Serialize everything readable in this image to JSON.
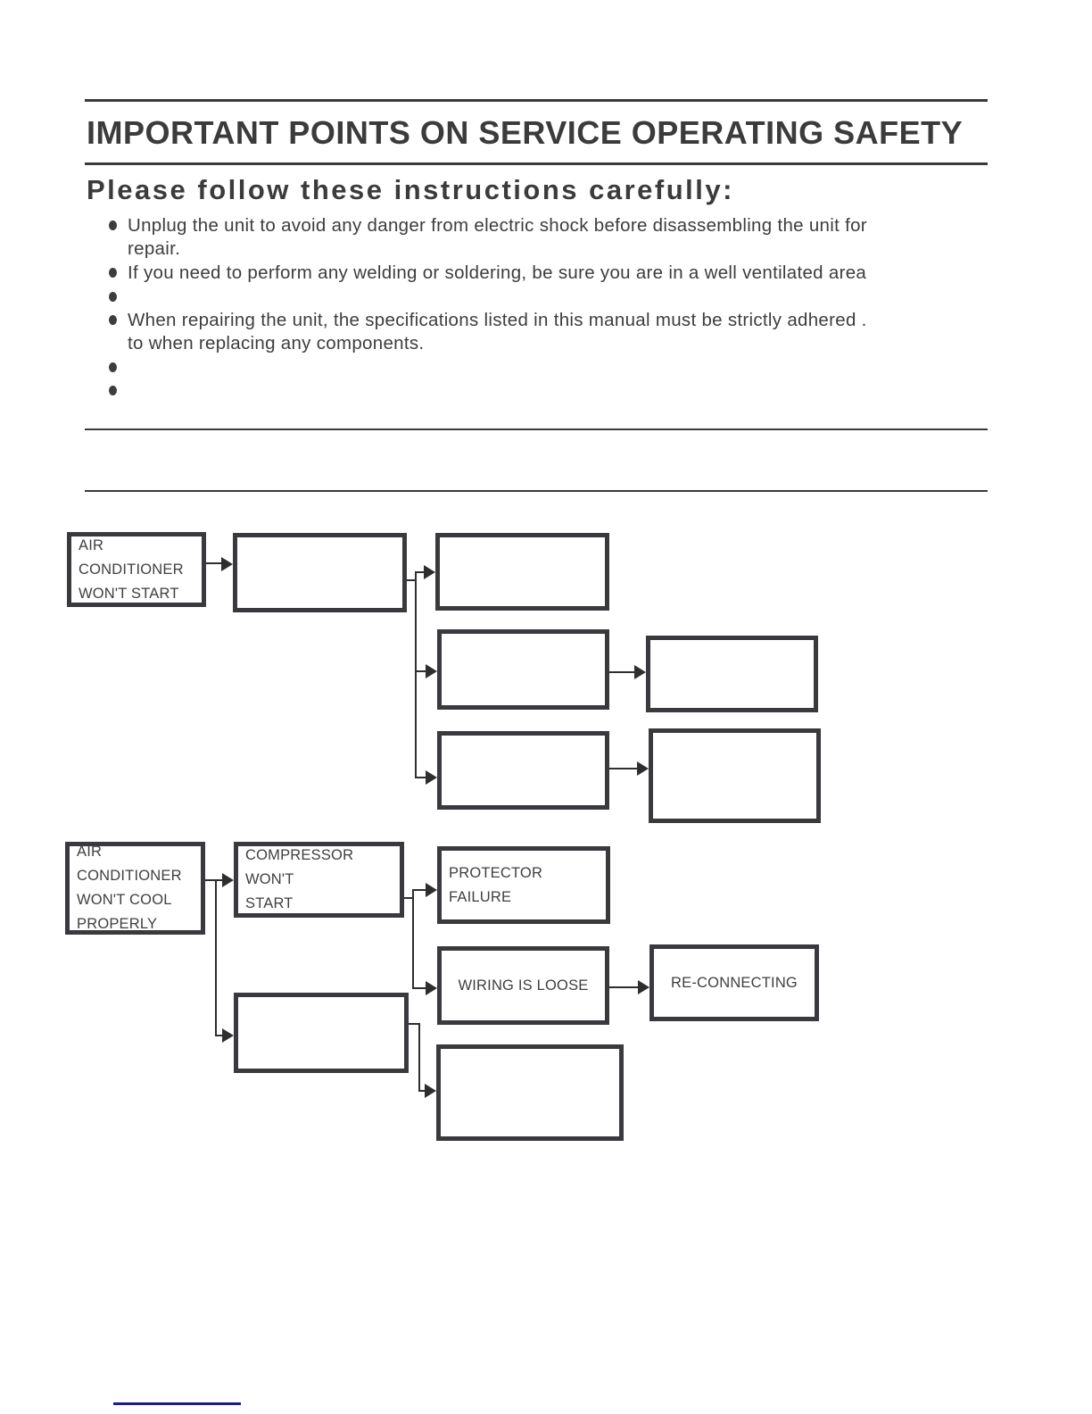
{
  "header": {
    "title": "IMPORTANT POINTS ON SERVICE OPERATING SAFETY",
    "subtitle": "Please follow these instructions carefully:",
    "bullets": [
      "Unplug the unit to avoid any danger from electric shock before disassembling the unit for\nrepair.",
      "If you need to perform any welding or soldering, be sure you are in a well ventilated area",
      "",
      "When repairing the unit, the specifications listed in this manual must be strictly adhered .\nto when replacing any components.",
      "",
      ""
    ]
  },
  "troubleshooting": {
    "chart1": {
      "root": "AIR CONDITIONER\nWON'T START",
      "cause1": "",
      "sub1": "",
      "sub2": "",
      "sub3": "",
      "remedy1": "",
      "remedy2": ""
    },
    "chart2": {
      "root": "AIR CONDITIONER\nWON'T COOL\nPROPERLY",
      "cause1": "COMPRESSOR WON'T\nSTART",
      "cause2": "",
      "sub1": "PROTECTOR FAILURE",
      "sub2": "WIRING IS LOOSE",
      "sub3": "",
      "remedy1": "RE-CONNECTING"
    }
  },
  "colors": {
    "box_border": "#3a3a3e",
    "text": "#3c3c3c",
    "accent_blue": "#1b1c90"
  }
}
